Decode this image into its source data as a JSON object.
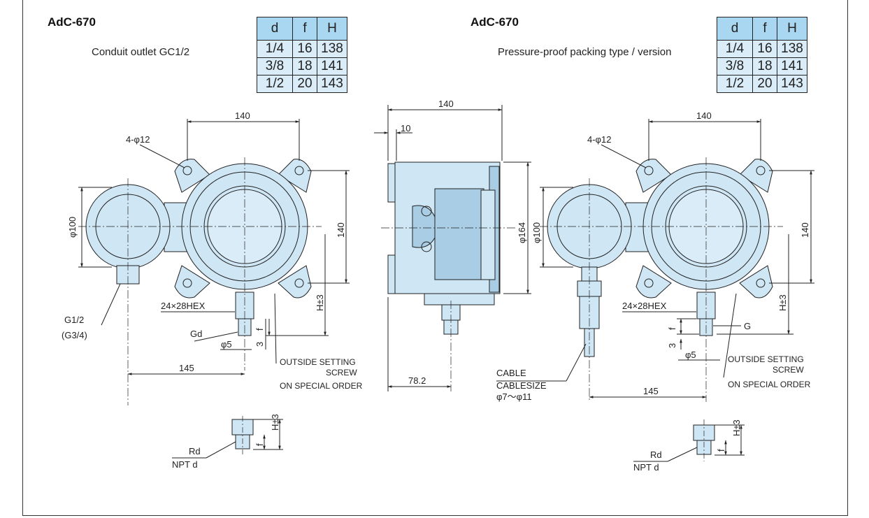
{
  "left": {
    "model": "AdC-670",
    "subtitle": "Conduit outlet GC1/2",
    "table": {
      "headers": [
        "d",
        "f",
        "H"
      ],
      "rows": [
        [
          "1/4",
          "16",
          "138"
        ],
        [
          "3/8",
          "18",
          "141"
        ],
        [
          "1/2",
          "20",
          "143"
        ]
      ]
    },
    "dims": {
      "top": "140",
      "right": "140",
      "bore": "4-φ12",
      "dia": "φ100",
      "hex": "24×28HEX",
      "h_tol": "H±3",
      "f": "f",
      "gd": "Gd",
      "phi5": "φ5",
      "three": "3",
      "g12": "G1/2",
      "g34": "(G3/4)",
      "bottom": "145",
      "outside1": "OUTSIDE SETTING",
      "outside2": "SCREW",
      "outside3": "ON SPECIAL ORDER",
      "rd": "Rd",
      "npt": "NPT d",
      "h_tol2": "H±3",
      "f2": "f"
    }
  },
  "center": {
    "dims": {
      "top": "140",
      "ten": "10",
      "phi164": "φ164",
      "bottom": "78.2"
    }
  },
  "right": {
    "model": "AdC-670",
    "subtitle": "Pressure-proof packing type / version",
    "table": {
      "headers": [
        "d",
        "f",
        "H"
      ],
      "rows": [
        [
          "1/4",
          "16",
          "138"
        ],
        [
          "3/8",
          "18",
          "141"
        ],
        [
          "1/2",
          "20",
          "143"
        ]
      ]
    },
    "dims": {
      "top": "140",
      "right": "140",
      "bore": "4-φ12",
      "dia": "φ100",
      "hex": "24×28HEX",
      "h_tol": "H±3",
      "f": "f",
      "g": "G",
      "phi5": "φ5",
      "three": "3",
      "bottom": "145",
      "outside1": "OUTSIDE SETTING",
      "outside2": "SCREW",
      "outside3": "ON SPECIAL ORDER",
      "cable": "CABLE",
      "cablesize": "CABLESIZE",
      "cablerange": "φ7〜φ11",
      "rd": "Rd",
      "npt": "NPT d",
      "h_tol2": "H±3",
      "f2": "f"
    }
  },
  "colors": {
    "body_fill": "#cfe6f5",
    "body_dark": "#a9cde4",
    "line": "#222222"
  }
}
